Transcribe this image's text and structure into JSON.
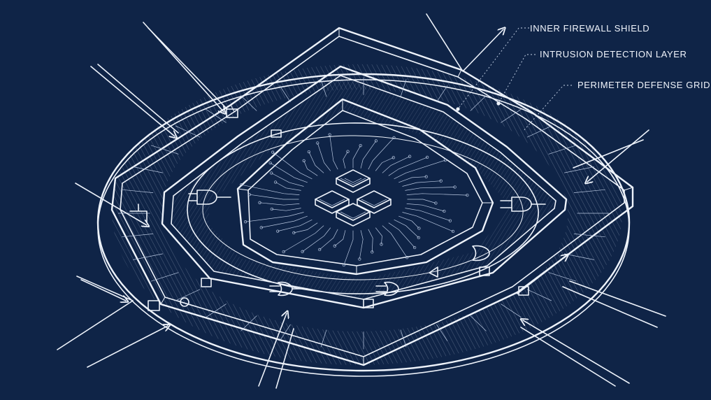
{
  "diagram": {
    "callouts": [
      {
        "id": "inner-firewall-shield",
        "text": "INNER FIREWALL SHIELD"
      },
      {
        "id": "intrusion-detection-layer",
        "text": "INTRUSION DETECTION LAYER"
      },
      {
        "id": "perimeter-defense-grid",
        "text": "PERIMETER DEFENSE GRID"
      }
    ],
    "colors": {
      "background": "#0f2447",
      "line": "#eef3fb"
    },
    "icons": [
      "arrow-icon",
      "logic-gate-icon",
      "microchip-icon"
    ]
  }
}
